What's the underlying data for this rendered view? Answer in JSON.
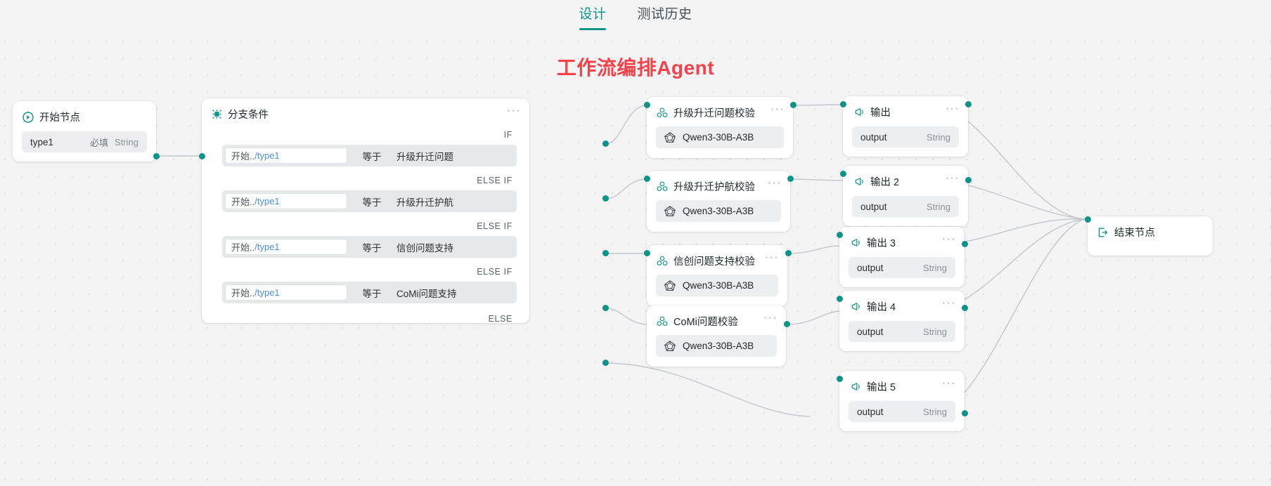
{
  "header": {
    "tabs": [
      {
        "label": "设计",
        "active": true
      },
      {
        "label": "测试历史",
        "active": false
      }
    ]
  },
  "flow": {
    "title": "工作流编排Agent",
    "accent_color": "#0d9488",
    "title_color": "#f5424a",
    "canvas_bg": "#f4f4f4"
  },
  "start_node": {
    "title": "开始节点",
    "icon": "play-circle-icon",
    "param": {
      "name": "type1",
      "required_label": "必填",
      "type": "String"
    }
  },
  "branch_node": {
    "title": "分支条件",
    "icon": "branch-icon",
    "menu": "···",
    "conditions": [
      {
        "label": "IF",
        "input": "开始../type1",
        "input_prefix": "开始..",
        "input_var": "/type1",
        "operator": "等于",
        "value": "升级升迁问题"
      },
      {
        "label": "ELSE IF",
        "input": "开始../type1",
        "input_prefix": "开始..",
        "input_var": "/type1",
        "operator": "等于",
        "value": "升级升迁护航"
      },
      {
        "label": "ELSE IF",
        "input": "开始../type1",
        "input_prefix": "开始..",
        "input_var": "/type1",
        "operator": "等于",
        "value": "信创问题支持"
      },
      {
        "label": "ELSE IF",
        "input": "开始../type1",
        "input_prefix": "开始..",
        "input_var": "/type1",
        "operator": "等于",
        "value": "CoMi问题支持"
      }
    ],
    "else_label": "ELSE"
  },
  "llm_nodes": [
    {
      "title": "升级升迁问题校验",
      "icon": "model-cluster-icon",
      "menu": "···",
      "model": "Qwen3-30B-A3B",
      "model_icon": "pentagon-model-icon"
    },
    {
      "title": "升级升迁护航校验",
      "icon": "model-cluster-icon",
      "menu": "···",
      "model": "Qwen3-30B-A3B",
      "model_icon": "pentagon-model-icon"
    },
    {
      "title": "信创问题支持校验",
      "icon": "model-cluster-icon",
      "menu": "···",
      "model": "Qwen3-30B-A3B",
      "model_icon": "pentagon-model-icon"
    },
    {
      "title": "CoMi问题校验",
      "icon": "model-cluster-icon",
      "menu": "···",
      "model": "Qwen3-30B-A3B",
      "model_icon": "pentagon-model-icon"
    }
  ],
  "output_nodes": [
    {
      "title": "输出",
      "icon": "megaphone-icon",
      "menu": "···",
      "field": "output",
      "type": "String"
    },
    {
      "title": "输出 2",
      "icon": "megaphone-icon",
      "menu": "···",
      "field": "output",
      "type": "String"
    },
    {
      "title": "输出 3",
      "icon": "megaphone-icon",
      "menu": "···",
      "field": "output",
      "type": "String"
    },
    {
      "title": "输出 4",
      "icon": "megaphone-icon",
      "menu": "···",
      "field": "output",
      "type": "String"
    },
    {
      "title": "输出 5",
      "icon": "megaphone-icon",
      "menu": "···",
      "field": "output",
      "type": "String"
    }
  ],
  "end_node": {
    "title": "结束节点",
    "icon": "exit-arrow-icon"
  }
}
